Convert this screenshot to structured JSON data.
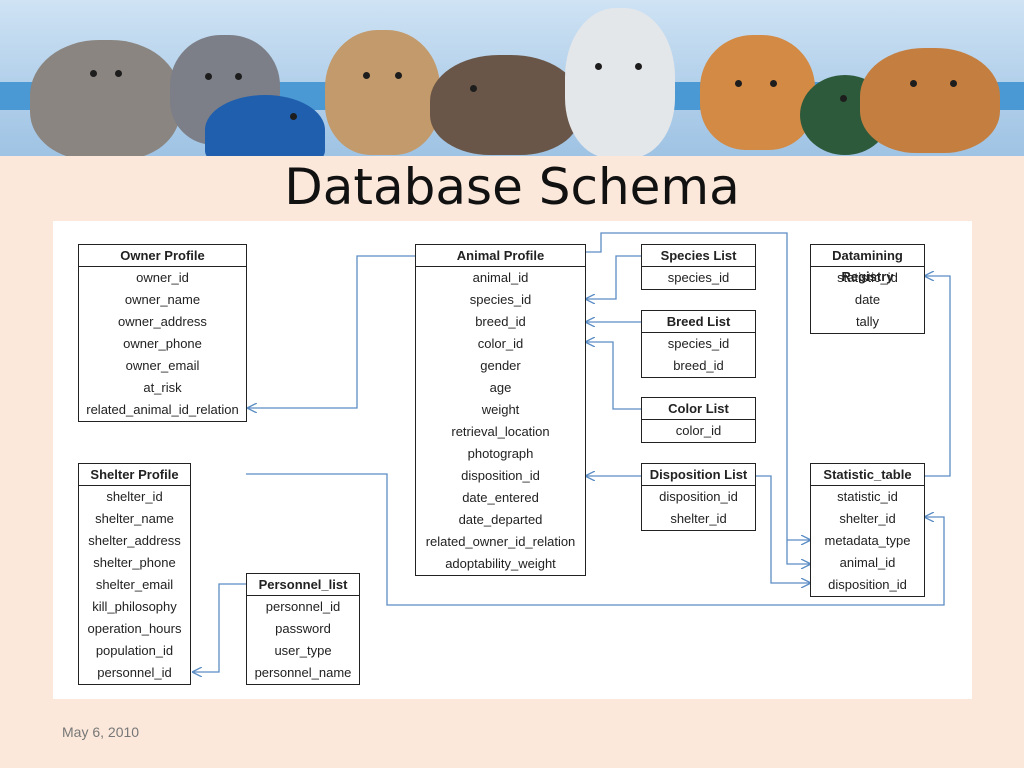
{
  "slide": {
    "title": "Database Schema",
    "date": "May 6, 2010",
    "colors": {
      "background": "#fbe8da",
      "banner": "#3a8fd0",
      "connector": "#5a8cc4"
    }
  },
  "banner": {
    "animals": [
      "cat-icon",
      "husky-icon",
      "parrot-icon",
      "terrier-icon",
      "rabbit-icon",
      "horse-icon",
      "orange-cat-icon",
      "duck-icon",
      "beagle-icon"
    ]
  },
  "tables": {
    "owner_profile": {
      "title": "Owner Profile",
      "fields": [
        "owner_id",
        "owner_name",
        "owner_address",
        "owner_phone",
        "owner_email",
        "at_risk",
        "related_animal_id_relation"
      ]
    },
    "animal_profile": {
      "title": "Animal Profile",
      "fields": [
        "animal_id",
        "species_id",
        "breed_id",
        "color_id",
        "gender",
        "age",
        "weight",
        "retrieval_location",
        "photograph",
        "disposition_id",
        "date_entered",
        "date_departed",
        "related_owner_id_relation",
        "adoptability_weight"
      ]
    },
    "species_list": {
      "title": "Species List",
      "fields": [
        "species_id"
      ]
    },
    "breed_list": {
      "title": "Breed List",
      "fields": [
        "species_id",
        "breed_id"
      ]
    },
    "color_list": {
      "title": "Color List",
      "fields": [
        "color_id"
      ]
    },
    "disposition_list": {
      "title": "Disposition List",
      "fields": [
        "disposition_id",
        "shelter_id"
      ]
    },
    "datamining_registry": {
      "title": "Datamining Registry",
      "fields": [
        "statistic_id",
        "date",
        "tally"
      ]
    },
    "statistic_table": {
      "title": "Statistic_table",
      "fields": [
        "statistic_id",
        "shelter_id",
        "metadata_type",
        "animal_id",
        "disposition_id"
      ]
    },
    "shelter_profile": {
      "title": "Shelter Profile",
      "fields": [
        "shelter_id",
        "shelter_name",
        "shelter_address",
        "shelter_phone",
        "shelter_email",
        "kill_philosophy",
        "operation_hours",
        "population_id",
        "personnel_id"
      ]
    },
    "personnel_list": {
      "title": "Personnel_list",
      "fields": [
        "personnel_id",
        "password",
        "user_type",
        "personnel_name"
      ]
    }
  }
}
